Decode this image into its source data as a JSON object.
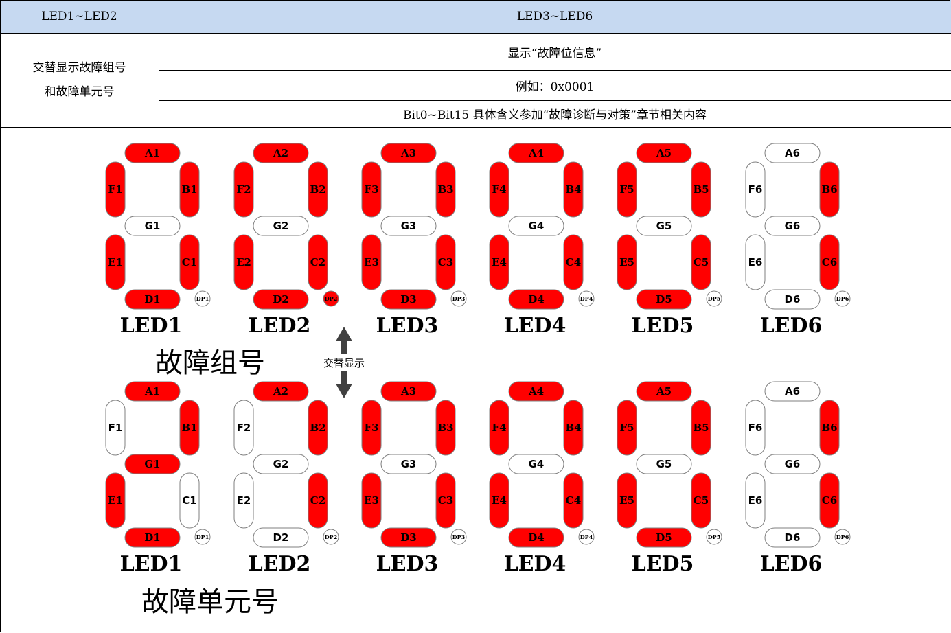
{
  "table": {
    "header_left": "LED1~LED2",
    "header_right": "LED3~LED6",
    "left_line1": "交替显示故障组号",
    "left_line2": "和故障单元号",
    "row1": "显示“故障位信息”",
    "row2": "例如：0x0001",
    "row3": "Bit0~Bit15 具体含义参加“故障诊断与对策”章节相关内容"
  },
  "colors": {
    "on": "#ff0000",
    "off": "#ffffff",
    "stroke": "#7f7f7f",
    "header_bg": "#c6d9f1",
    "arrow": "#404040"
  },
  "segment_order": [
    "A",
    "B",
    "C",
    "D",
    "E",
    "F",
    "G",
    "DP"
  ],
  "displays": [
    {
      "label": "故障组号",
      "digits": [
        {
          "name": "LED1",
          "lit": [
            "A",
            "B",
            "C",
            "D",
            "E",
            "F"
          ]
        },
        {
          "name": "LED2",
          "lit": [
            "A",
            "B",
            "C",
            "D",
            "E",
            "F",
            "DP"
          ]
        },
        {
          "name": "LED3",
          "lit": [
            "A",
            "B",
            "C",
            "D",
            "E",
            "F"
          ]
        },
        {
          "name": "LED4",
          "lit": [
            "A",
            "B",
            "C",
            "D",
            "E",
            "F"
          ]
        },
        {
          "name": "LED5",
          "lit": [
            "A",
            "B",
            "C",
            "D",
            "E",
            "F"
          ]
        },
        {
          "name": "LED6",
          "lit": [
            "B",
            "C"
          ]
        }
      ]
    },
    {
      "label": "故障单元号",
      "digits": [
        {
          "name": "LED1",
          "lit": [
            "A",
            "B",
            "D",
            "E",
            "G"
          ]
        },
        {
          "name": "LED2",
          "lit": [
            "A",
            "B",
            "C"
          ]
        },
        {
          "name": "LED3",
          "lit": [
            "A",
            "B",
            "C",
            "D",
            "E",
            "F"
          ]
        },
        {
          "name": "LED4",
          "lit": [
            "A",
            "B",
            "C",
            "D",
            "E",
            "F"
          ]
        },
        {
          "name": "LED5",
          "lit": [
            "A",
            "B",
            "C",
            "D",
            "E",
            "F"
          ]
        },
        {
          "name": "LED6",
          "lit": [
            "B",
            "C"
          ]
        }
      ]
    }
  ],
  "arrow_label": "交替显示"
}
